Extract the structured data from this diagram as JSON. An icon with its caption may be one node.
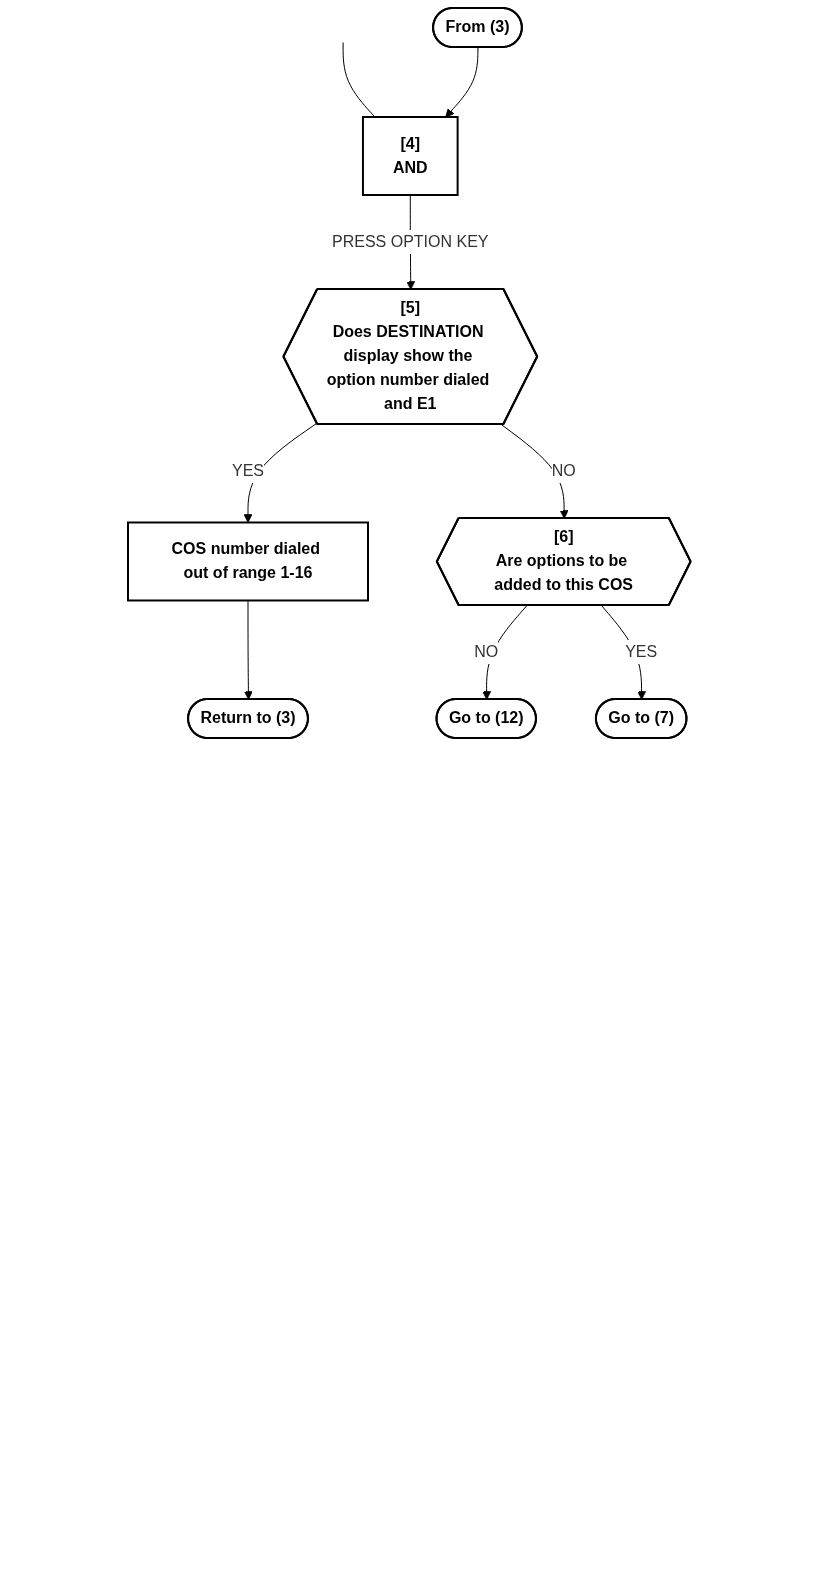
{
  "diagram": {
    "nodes": [
      {
        "text": [
          "From (3)"
        ]
      },
      {
        "text": [
          "[4]",
          "AND"
        ]
      },
      {
        "text": [
          "[5]",
          "Does DESTINATION display show the option number dialed and E1"
        ]
      },
      {
        "text": [
          "COS number dialed out of range 1-16"
        ]
      },
      {
        "text": [
          "Return to (3)"
        ]
      },
      {
        "text": [
          "[6]",
          "Are options to be added to this COS"
        ]
      },
      {
        "text": [
          "Go to (12)"
        ]
      },
      {
        "text": [
          "Go to (7)"
        ]
      }
    ],
    "edges": [
      {
        "from": null,
        "to": 1,
        "arrow": "none"
      },
      {
        "from": 0,
        "to": 1,
        "arrow": "to"
      },
      {
        "from": 1,
        "to": 2,
        "arrow": "to",
        "label": "PRESS OPTION KEY"
      },
      {
        "from": 2,
        "to": 3,
        "arrow": "to",
        "label": "YES"
      },
      {
        "from": 3,
        "to": 4,
        "arrow": "to"
      },
      {
        "from": 2,
        "to": 5,
        "arrow": "to",
        "label": "NO"
      },
      {
        "from": 5,
        "to": 6,
        "arrow": "to",
        "label": "NO"
      },
      {
        "from": 5,
        "to": 7,
        "arrow": "to",
        "label": "YES"
      }
    ]
  }
}
